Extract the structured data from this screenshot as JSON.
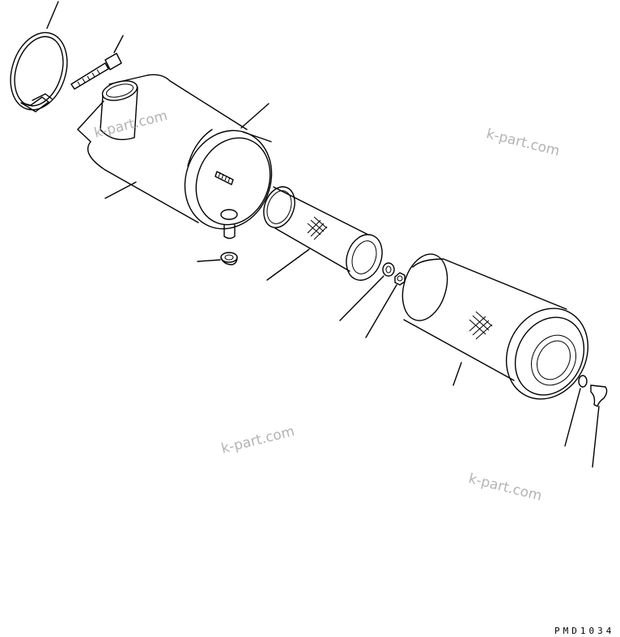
{
  "drawing_code": "PMD1034",
  "watermarks": [
    "k-part.com",
    "k-part.com",
    "k-part.com",
    "k-part.com"
  ]
}
